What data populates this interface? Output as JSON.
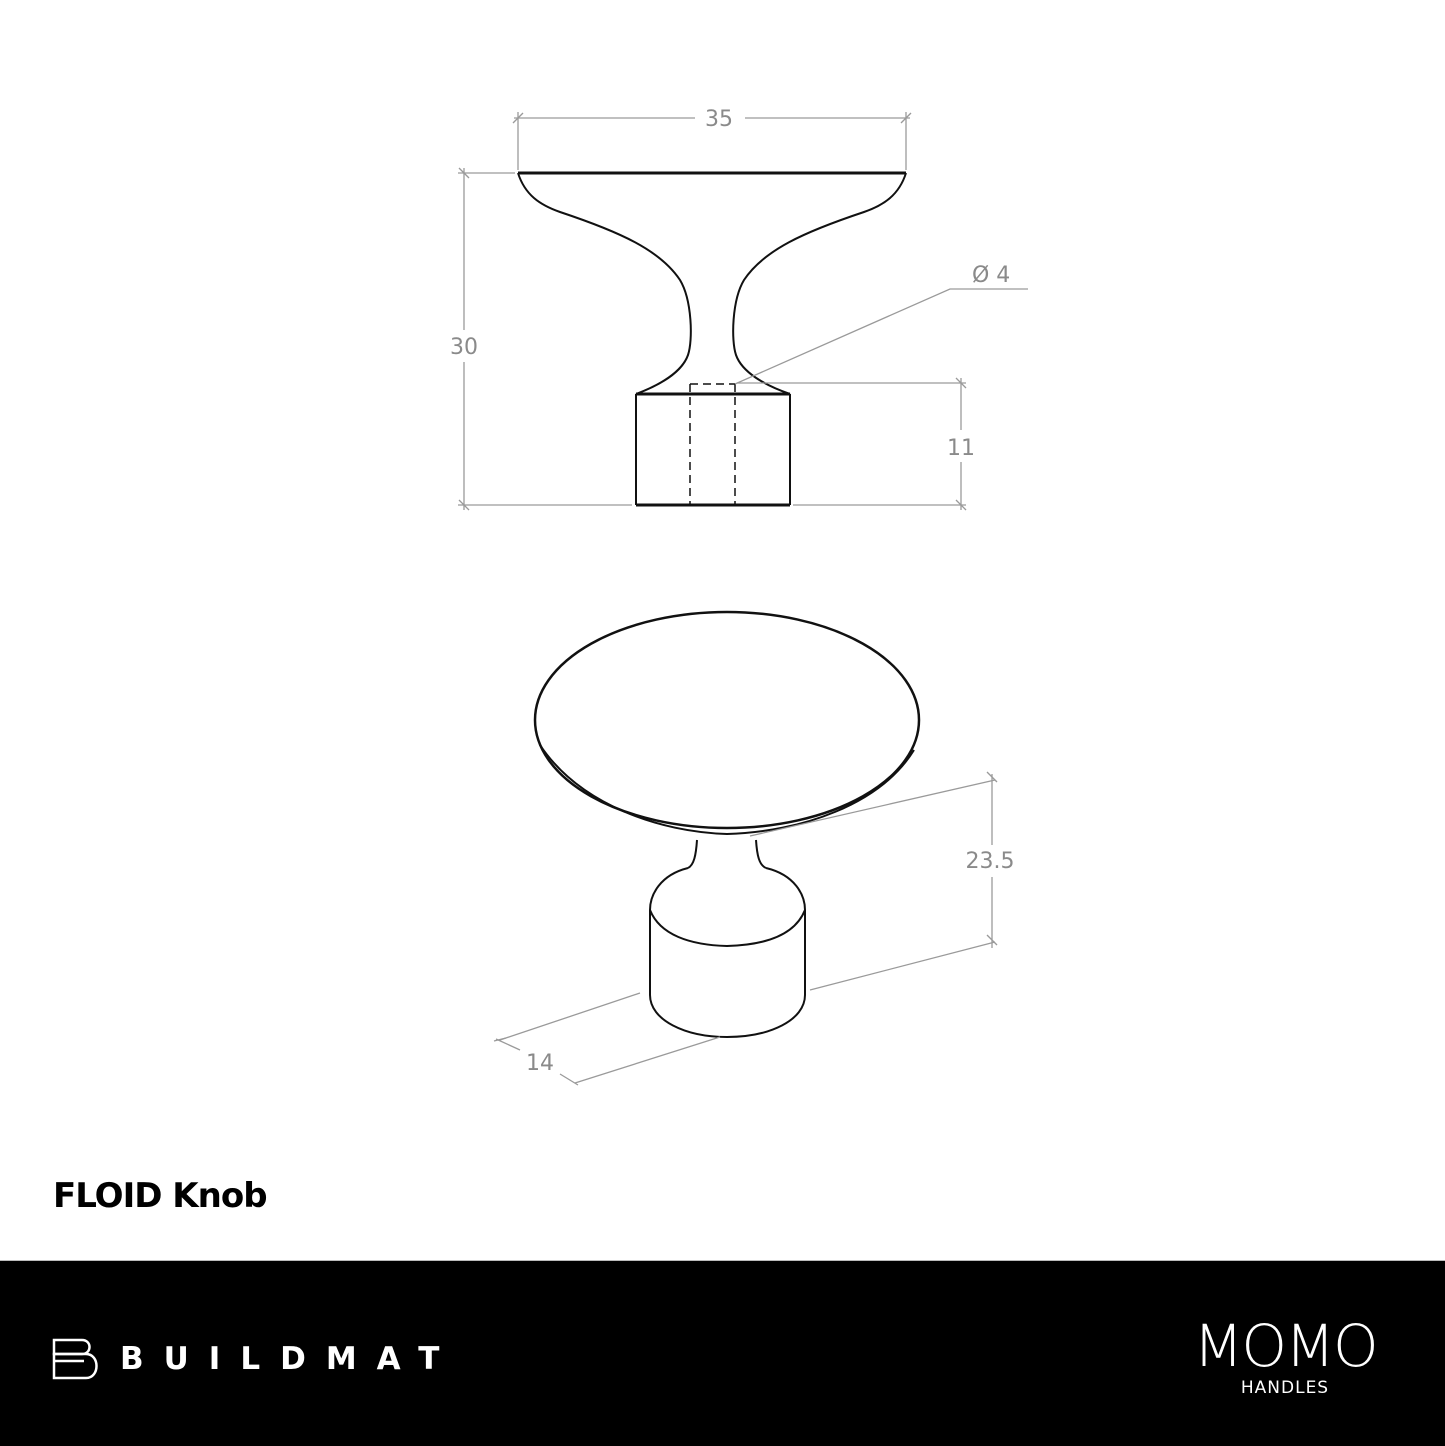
{
  "product": {
    "title": "FLOID Knob"
  },
  "front_view": {
    "dimensions": {
      "width": "35",
      "height": "30",
      "hole_diameter": "Ø 4",
      "base_height": "11"
    }
  },
  "iso_view": {
    "dimensions": {
      "height": "23.5",
      "base_diameter": "14"
    }
  },
  "footer": {
    "left_logo": {
      "icon": "buildmat-b-logo-icon",
      "text": "BUILDMAT"
    },
    "right_logo": {
      "text": "MOMO",
      "subtext": "HANDLES"
    },
    "background": "#000000",
    "text_color": "#ffffff"
  },
  "colors": {
    "line": "#111111",
    "dimension": "#8a8a8a",
    "background": "#ffffff"
  }
}
